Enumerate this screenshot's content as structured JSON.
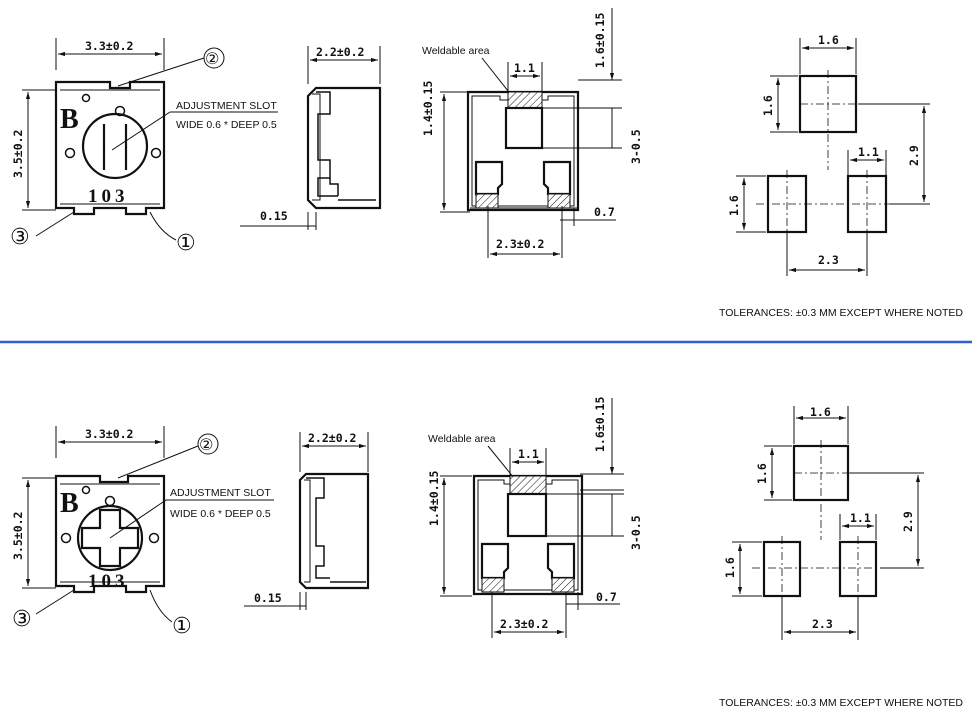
{
  "drawings": [
    {
      "top_view": {
        "width_dim": "3.3±0.2",
        "height_dim": "3.5±0.2",
        "logo": "B",
        "marking": "103",
        "callout_pin1": "①",
        "callout_pin2": "②",
        "callout_pin3": "③",
        "slot_note_line1": "ADJUSTMENT SLOT",
        "slot_note_line2": "WIDE 0.6 * DEEP 0.5",
        "slot_style": "slash"
      },
      "side_view": {
        "width_dim": "2.2±0.2",
        "thickness_dim": "0.15"
      },
      "bottom_view": {
        "weldable_label": "Weldable area",
        "tab_width_dim": "1.1",
        "height_dim": "1.4±0.15",
        "top_dim": "1.6±0.15",
        "right_dim": "3-0.5",
        "pad_dim": "0.7",
        "pitch_dim": "2.3±0.2"
      },
      "land_pattern": {
        "top_pad_width": "1.6",
        "top_pad_height": "1.6",
        "lower_pad_height": "1.6",
        "lower_pad_width": "1.1",
        "row_spacing": "2.9",
        "pitch": "2.3"
      },
      "tolerance_note": "TOLERANCES: ±0.3 MM EXCEPT WHERE NOTED"
    },
    {
      "top_view": {
        "width_dim": "3.3±0.2",
        "height_dim": "3.5±0.2",
        "logo": "B",
        "marking": "103",
        "callout_pin1": "①",
        "callout_pin2": "②",
        "callout_pin3": "③",
        "slot_note_line1": "ADJUSTMENT SLOT",
        "slot_note_line2": "WIDE 0.6 * DEEP 0.5",
        "slot_style": "cross"
      },
      "side_view": {
        "width_dim": "2.2±0.2",
        "thickness_dim": "0.15"
      },
      "bottom_view": {
        "weldable_label": "Weldable area",
        "tab_width_dim": "1.1",
        "height_dim": "1.4±0.15",
        "top_dim": "1.6±0.15",
        "right_dim": "3-0.5",
        "pad_dim": "0.7",
        "pitch_dim": "2.3±0.2"
      },
      "land_pattern": {
        "top_pad_width": "1.6",
        "top_pad_height": "1.6",
        "lower_pad_height": "1.6",
        "lower_pad_width": "1.1",
        "row_spacing": "2.9",
        "pitch": "2.3"
      },
      "tolerance_note": "TOLERANCES: ±0.3 MM EXCEPT WHERE NOTED"
    }
  ],
  "colors": {
    "separator": "#2f5fd0",
    "ink": "#111111"
  }
}
